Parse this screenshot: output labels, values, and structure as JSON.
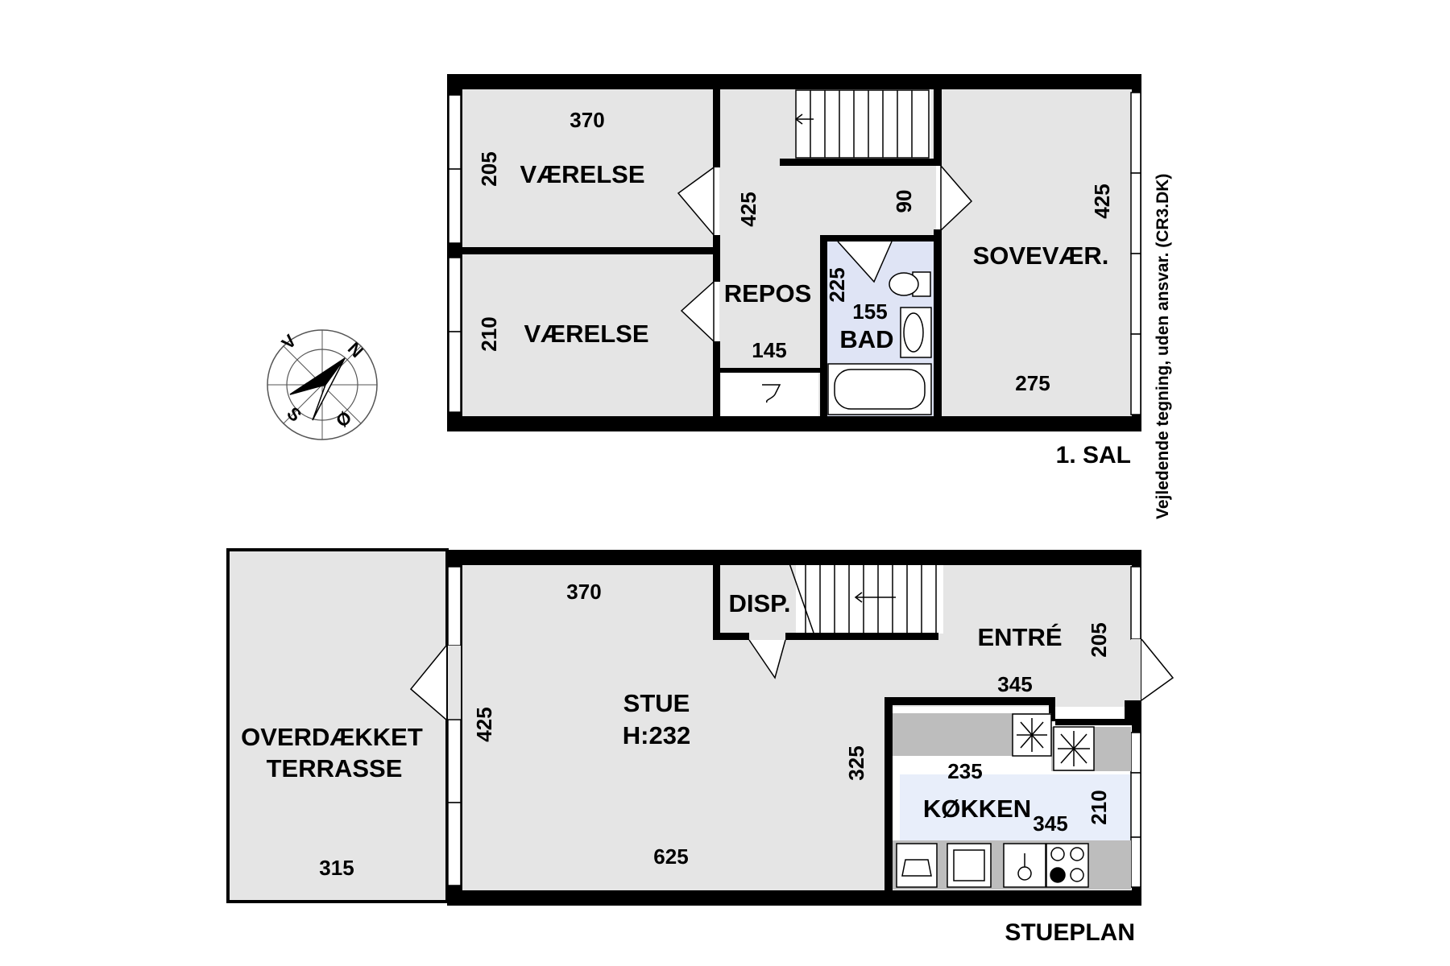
{
  "floors": {
    "upper": {
      "label": "1. SAL",
      "rooms": {
        "room1": {
          "name": "VÆRELSE",
          "dims": [
            "370",
            "205"
          ]
        },
        "room2": {
          "name": "VÆRELSE",
          "dims": [
            "210"
          ]
        },
        "repos": {
          "name": "REPOS",
          "dims": [
            "425",
            "145"
          ]
        },
        "hall_dim": "90",
        "bad": {
          "name": "BAD",
          "dims": [
            "155",
            "225"
          ]
        },
        "sovevaer": {
          "name": "SOVEVÆR.",
          "dims": [
            "425",
            "275"
          ]
        }
      }
    },
    "ground": {
      "label": "STUEPLAN",
      "rooms": {
        "terrasse": {
          "name_line1": "OVERDÆKKET",
          "name_line2": "TERRASSE",
          "dims": [
            "315"
          ]
        },
        "stue": {
          "name_line1": "STUE",
          "name_line2": "H:232",
          "dims": [
            "370",
            "425",
            "625",
            "325"
          ]
        },
        "disp": {
          "name": "DISP."
        },
        "entre": {
          "name": "ENTRÉ",
          "dims": [
            "205",
            "345"
          ]
        },
        "kokken": {
          "name": "KØKKEN",
          "dims": [
            "235",
            "210",
            "345"
          ]
        }
      }
    }
  },
  "compass": {
    "n": "N",
    "s": "S",
    "v": "V",
    "o": "Ø"
  },
  "disclaimer": "Vejledende tegning, uden ansvar. (CR3.DK)",
  "colors": {
    "room": "#e5e5e5",
    "wall": "#000000",
    "bath": "#dfe4f5",
    "kitchen": "#e8eefa",
    "counter": "#bdbdbd"
  }
}
